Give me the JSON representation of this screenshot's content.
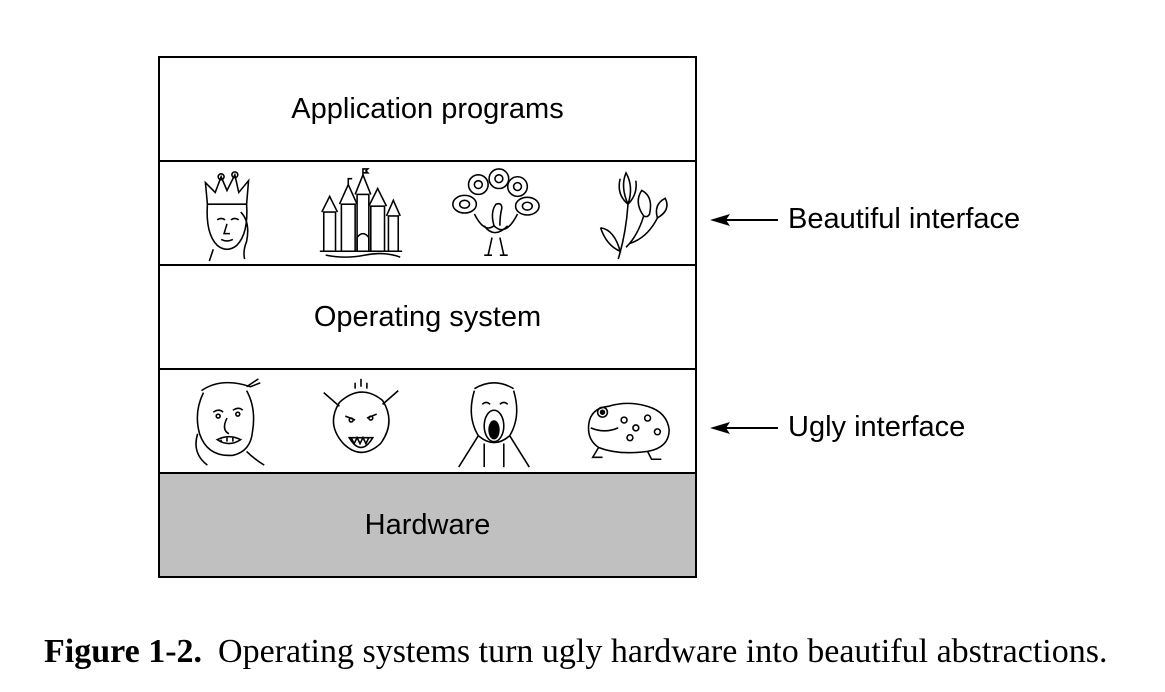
{
  "layers": {
    "application": "Application programs",
    "operating_system": "Operating system",
    "hardware": "Hardware"
  },
  "beautiful_pictures": [
    "queen-icon",
    "castle-icon",
    "peacock-icon",
    "flower-icon"
  ],
  "ugly_pictures": [
    "ugly-face-icon",
    "monster-face-icon",
    "screaming-face-icon",
    "toad-icon"
  ],
  "callouts": {
    "beautiful": "Beautiful interface",
    "ugly": "Ugly interface"
  },
  "colors": {
    "hardware_fill": "#c0c0c0",
    "line": "#000000"
  },
  "caption": {
    "number": "Figure 1-2.",
    "text": "Operating systems turn ugly hardware into beautiful abstractions."
  }
}
